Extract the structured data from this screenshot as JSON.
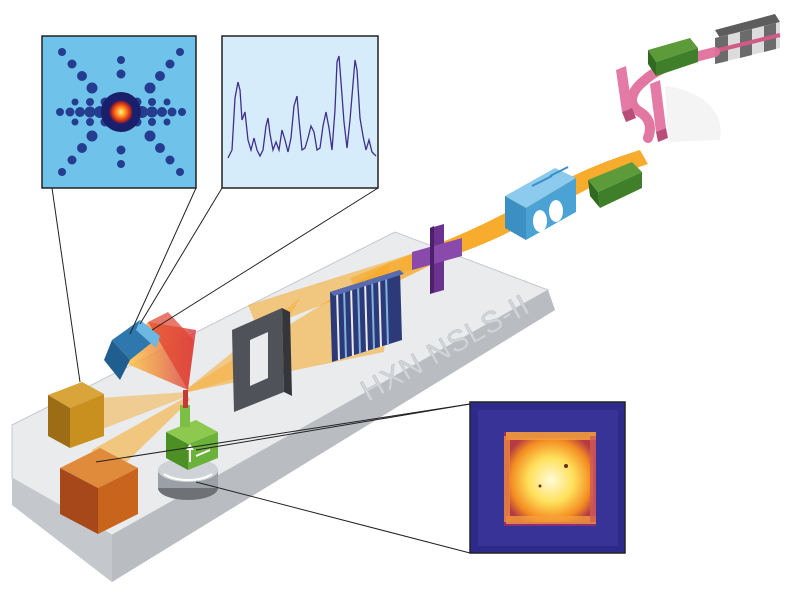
{
  "platform": {
    "label": "HXN NSLS-II"
  },
  "colors": {
    "platform": "#e6e8ea",
    "beam_orange": "#f7a823",
    "undulator_pink": "#e0709c",
    "dipole_green": "#3f7f2a",
    "quadrupole_blue": "#4aa3d4",
    "slit_purple": "#7a3f9b",
    "sample_stage_green": "#6ab23a",
    "detector_orange": "#c8641c",
    "detector_gold": "#c9901f",
    "diffraction_bg": "#6fc3ea",
    "spectrum_bg": "#d7ecfa",
    "image_bg": "#2d2a8c"
  },
  "insets": {
    "diffraction_pattern": {
      "panel": "top-left"
    },
    "fluorescence_spectrum": {
      "panel": "top-center"
    },
    "sample_image": {
      "panel": "bottom-right"
    }
  },
  "components": [
    "undulator",
    "dipole-magnets",
    "mirrors",
    "monochromator",
    "slits",
    "zone-plate-optics",
    "order-sorting-aperture",
    "sample-stage",
    "fluorescence-detector",
    "area-detectors"
  ]
}
